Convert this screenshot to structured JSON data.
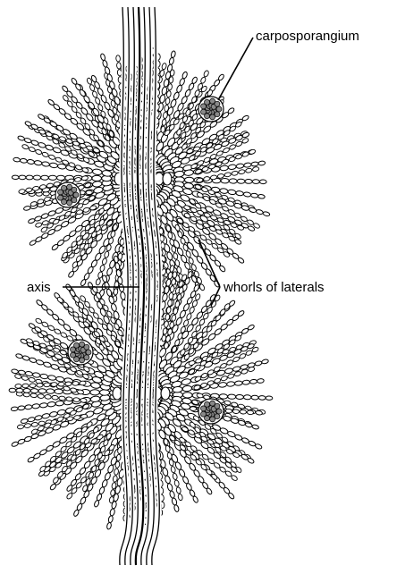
{
  "labels": {
    "carposporangium": "carposporangium",
    "axis": "axis",
    "whorls": "whorls of laterals"
  },
  "colors": {
    "ink": "#000000",
    "background": "#ffffff"
  }
}
